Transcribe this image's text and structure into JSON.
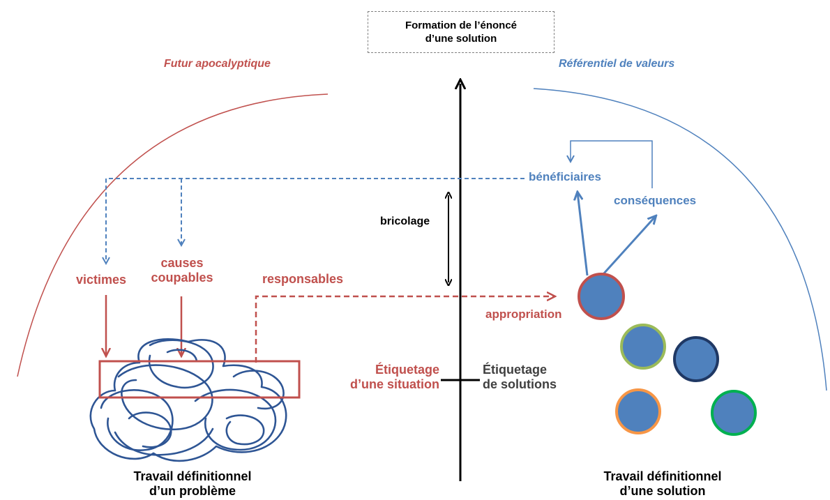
{
  "header": {
    "title_line1": "Formation de l’énoncé",
    "title_line2": "d’une solution"
  },
  "left": {
    "arc_label": "Futur apocalyptique",
    "victimes": "victimes",
    "causes": "causes",
    "coupables": "coupables",
    "responsables": "responsables",
    "etiquetage_line1": "Étiquetage",
    "etiquetage_line2": "d’une situation",
    "footer_line1": "Travail définitionnel",
    "footer_line2": "d’un problème"
  },
  "center": {
    "bricolage": "bricolage",
    "etiquetage_line1": "Étiquetage",
    "etiquetage_line2": "de solutions"
  },
  "right": {
    "arc_label": "Référentiel de valeurs",
    "beneficiaires": "bénéficiaires",
    "consequences": "conséquences",
    "appropriation": "appropriation",
    "footer_line1": "Travail définitionnel",
    "footer_line2": "d’une solution"
  },
  "colors": {
    "red": "#c0504d",
    "blue": "#4f81bd",
    "dark_blue": "#1f3864",
    "scribble": "#2e5594",
    "circle_fill": "#4f81bd",
    "circle_border_red": "#c0504d",
    "circle_border_green": "#9bbb59",
    "circle_border_navy": "#1f3864",
    "circle_border_orange": "#f79646",
    "circle_border_bright_green": "#00b050"
  }
}
